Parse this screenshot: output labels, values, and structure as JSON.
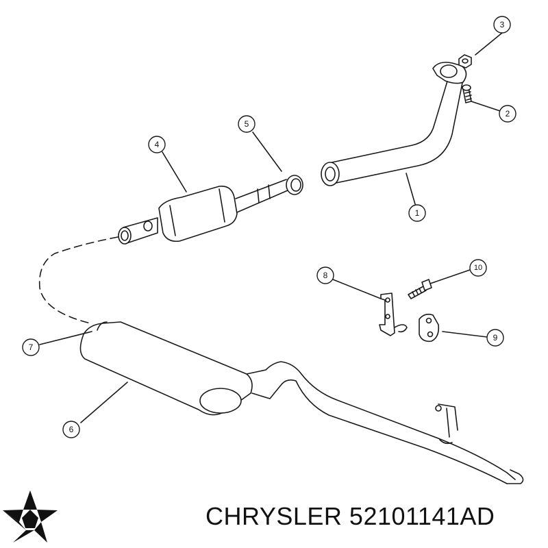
{
  "callouts": [
    {
      "id": "1",
      "label": "1"
    },
    {
      "id": "2",
      "label": "2"
    },
    {
      "id": "3",
      "label": "3"
    },
    {
      "id": "4",
      "label": "4"
    },
    {
      "id": "5",
      "label": "5"
    },
    {
      "id": "6",
      "label": "6"
    },
    {
      "id": "7",
      "label": "7"
    },
    {
      "id": "8",
      "label": "8"
    },
    {
      "id": "9",
      "label": "9"
    },
    {
      "id": "10",
      "label": "10"
    }
  ],
  "brand": {
    "name": "CHRYSLER",
    "part_number": "52101141AD",
    "logo_icon": "pentastar-icon"
  },
  "colors": {
    "line": "#1a1a1a",
    "logo": "#111111",
    "background": "#ffffff"
  }
}
